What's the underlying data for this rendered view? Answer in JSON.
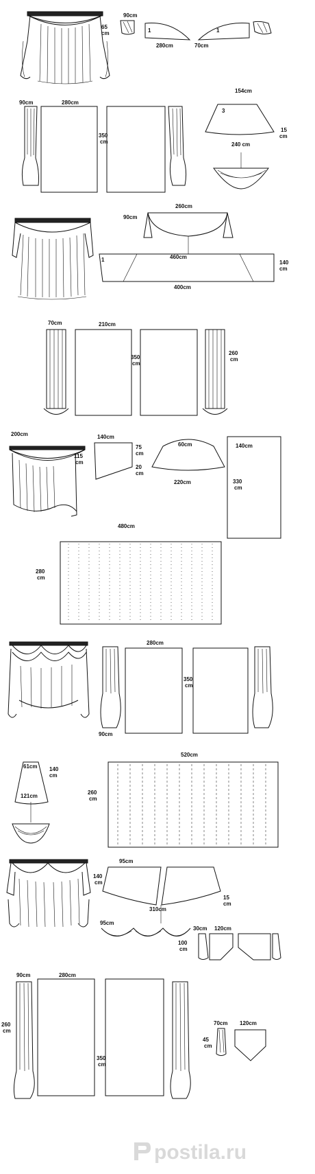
{
  "labels": {
    "s1": [
      "65",
      "cm",
      "90cm",
      "1",
      "1",
      "280cm",
      "70cm"
    ],
    "s2": [
      "90cm",
      "280cm",
      "350",
      "cm",
      "154cm",
      "3",
      "15",
      "cm",
      "240 cm"
    ],
    "s3": [
      "260cm",
      "90cm",
      "1",
      "460cm",
      "140",
      "cm",
      "400cm"
    ],
    "s4": [
      "70cm",
      "210cm",
      "350",
      "cm",
      "260",
      "cm"
    ],
    "s5": [
      "200cm",
      "140cm",
      "115",
      "cm",
      "75",
      "cm",
      "60cm",
      "20",
      "cm",
      "140cm",
      "220cm",
      "330",
      "cm",
      "480cm",
      "280",
      "cm"
    ],
    "s6": [
      "280cm",
      "350",
      "cm",
      "90cm"
    ],
    "s7": [
      "61cm",
      "140",
      "cm",
      "121cm",
      "520cm",
      "260",
      "cm"
    ],
    "s8": [
      "95cm",
      "140",
      "cm",
      "15",
      "cm",
      "310cm",
      "95cm",
      "100",
      "cm",
      "30cm",
      "120cm"
    ],
    "s9": [
      "90cm",
      "280cm",
      "260",
      "cm",
      "350",
      "cm",
      "70cm",
      "45",
      "cm",
      "120cm"
    ]
  },
  "watermark": {
    "text": "postila.ru",
    "color": "#d9d9d9",
    "logo_icon": "postila-logo-icon"
  }
}
